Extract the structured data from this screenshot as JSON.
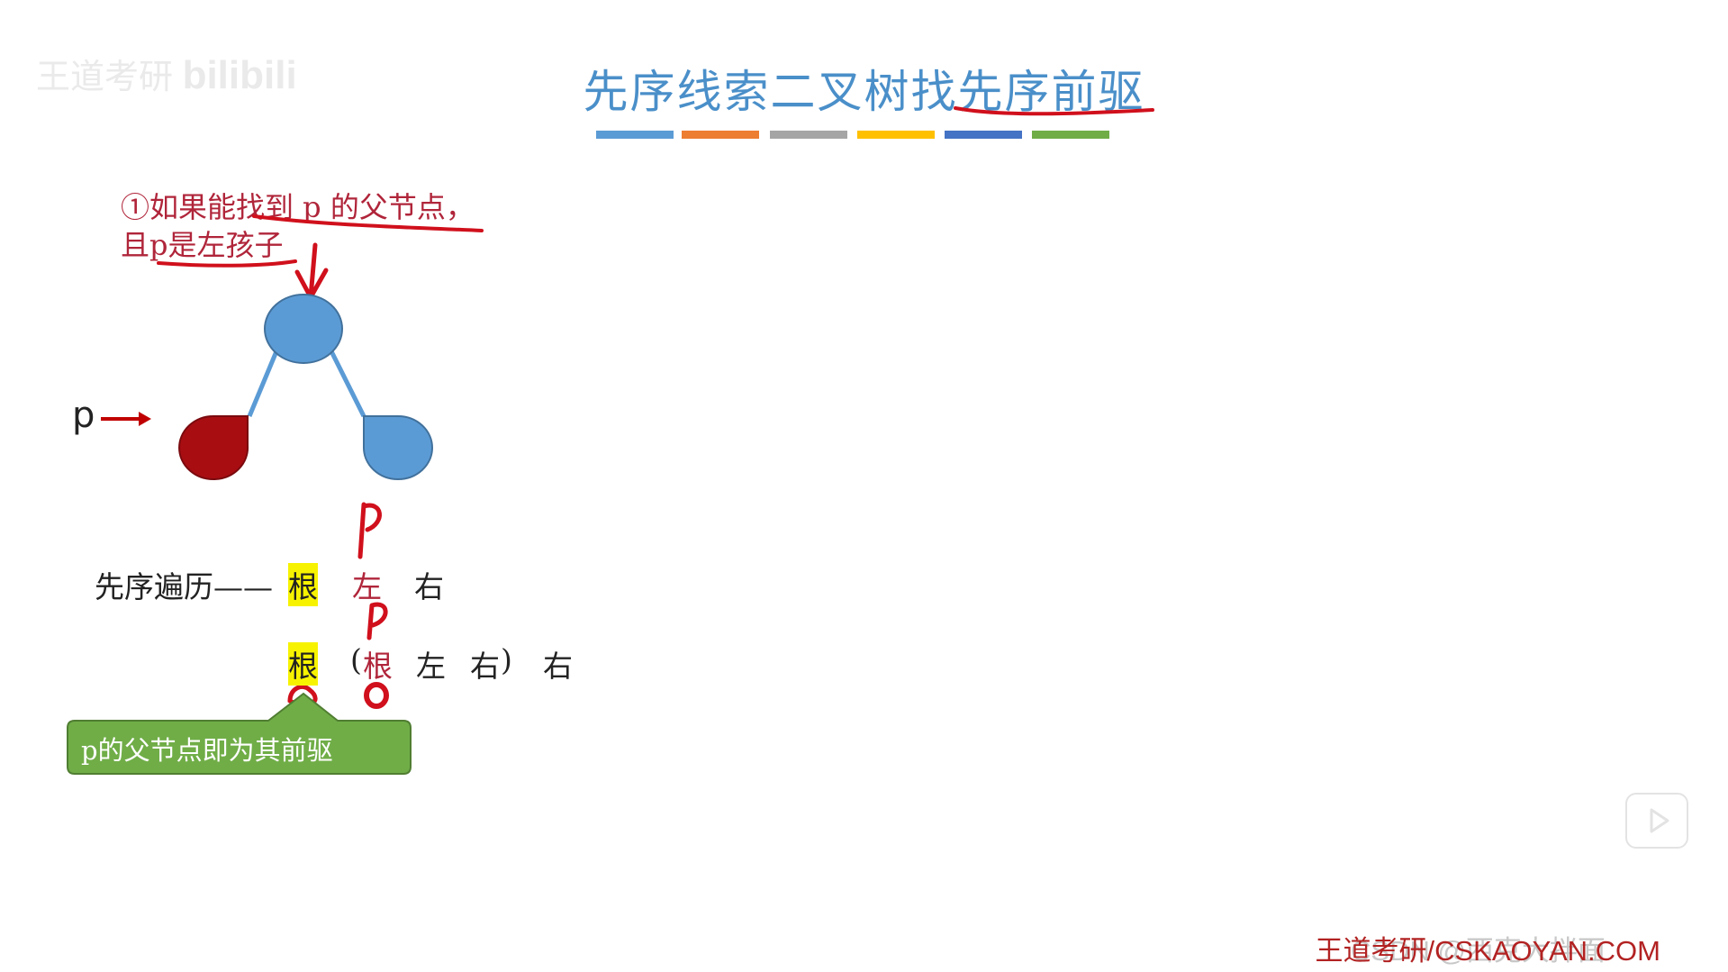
{
  "title": "先序线索二叉树找先序前驱",
  "watermark": {
    "text": "王道考研",
    "logo": "bilibili"
  },
  "condition": {
    "line1": "①如果能找到 p 的父节点，",
    "line2": "且p是左孩子"
  },
  "pointer_label": "p",
  "traversal": {
    "label": "先序遍历——",
    "row1": [
      "根",
      "左",
      "右"
    ],
    "row2": {
      "root": "根",
      "open": "(",
      "sub": [
        "根",
        "左",
        "右"
      ],
      "close": ")",
      "right": "右"
    },
    "mark_above_left": "p",
    "mark_above_sub_root": "p"
  },
  "callout": "p的父节点即为其前驱",
  "footer": "王道考研/CSKAOYAN.COM",
  "watermark_csdn": "CSDN @西克大拌面",
  "colors": {
    "node_blue": "#5b9bd5",
    "node_red": "#a80d12",
    "annotation_red": "#d0101c",
    "callout_green": "#70ad47",
    "title_blue": "#4a8fc9",
    "highlight": "#f7f300",
    "bars": [
      "#5b9bd5",
      "#ed7d31",
      "#a5a5a5",
      "#ffc000",
      "#4472c4",
      "#70ad47"
    ]
  }
}
